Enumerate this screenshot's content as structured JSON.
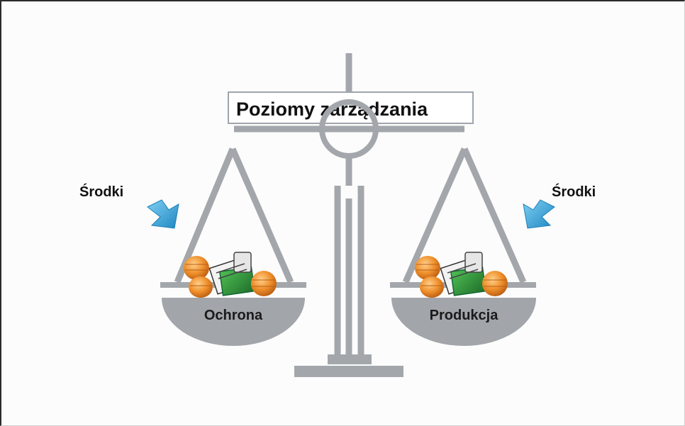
{
  "diagram": {
    "title": "Poziomy zarządzania",
    "left_pan_label": "Ochrona",
    "right_pan_label": "Produkcja",
    "left_input_label": "Środki",
    "right_input_label": "Środki",
    "colors": {
      "scale": "#a3a7ab",
      "pan": "#a2a5a9",
      "arrow": "#3a9fd4",
      "coin": "#e8892c",
      "money": "#2e8b3a"
    },
    "icons": {
      "left_arrow": "arrow-down-right-icon",
      "right_arrow": "arrow-down-left-icon",
      "money": "money-pile-icon"
    }
  }
}
